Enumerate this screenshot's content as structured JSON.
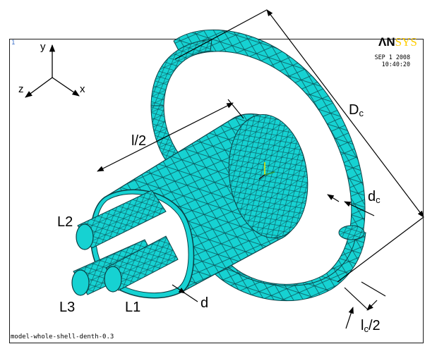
{
  "viewport_number": "1",
  "logo": {
    "prefix": "ΛN",
    "suffix": "SYS"
  },
  "timestamp": {
    "date": "SEP  1 2008",
    "time": "10:40:20"
  },
  "footer_title": "model-whole-shell-denth-0.3",
  "triad": {
    "y": "y",
    "x": "x",
    "z": "z"
  },
  "labels": {
    "half_length": "l/2",
    "coil_diameter": {
      "base": "D",
      "sub": "c"
    },
    "coil_thickness": {
      "base": "d",
      "sub": "c"
    },
    "coil_half_width": {
      "base": "l",
      "sub": "c",
      "tail": "/2"
    },
    "shell_thickness": "d",
    "rod_l1": "L1",
    "rod_l2": "L2",
    "rod_l3": "L3"
  },
  "colors": {
    "mesh_fill": "#16d2d2",
    "mesh_line": "#0b3f44",
    "frame": "#1a1a1a"
  }
}
